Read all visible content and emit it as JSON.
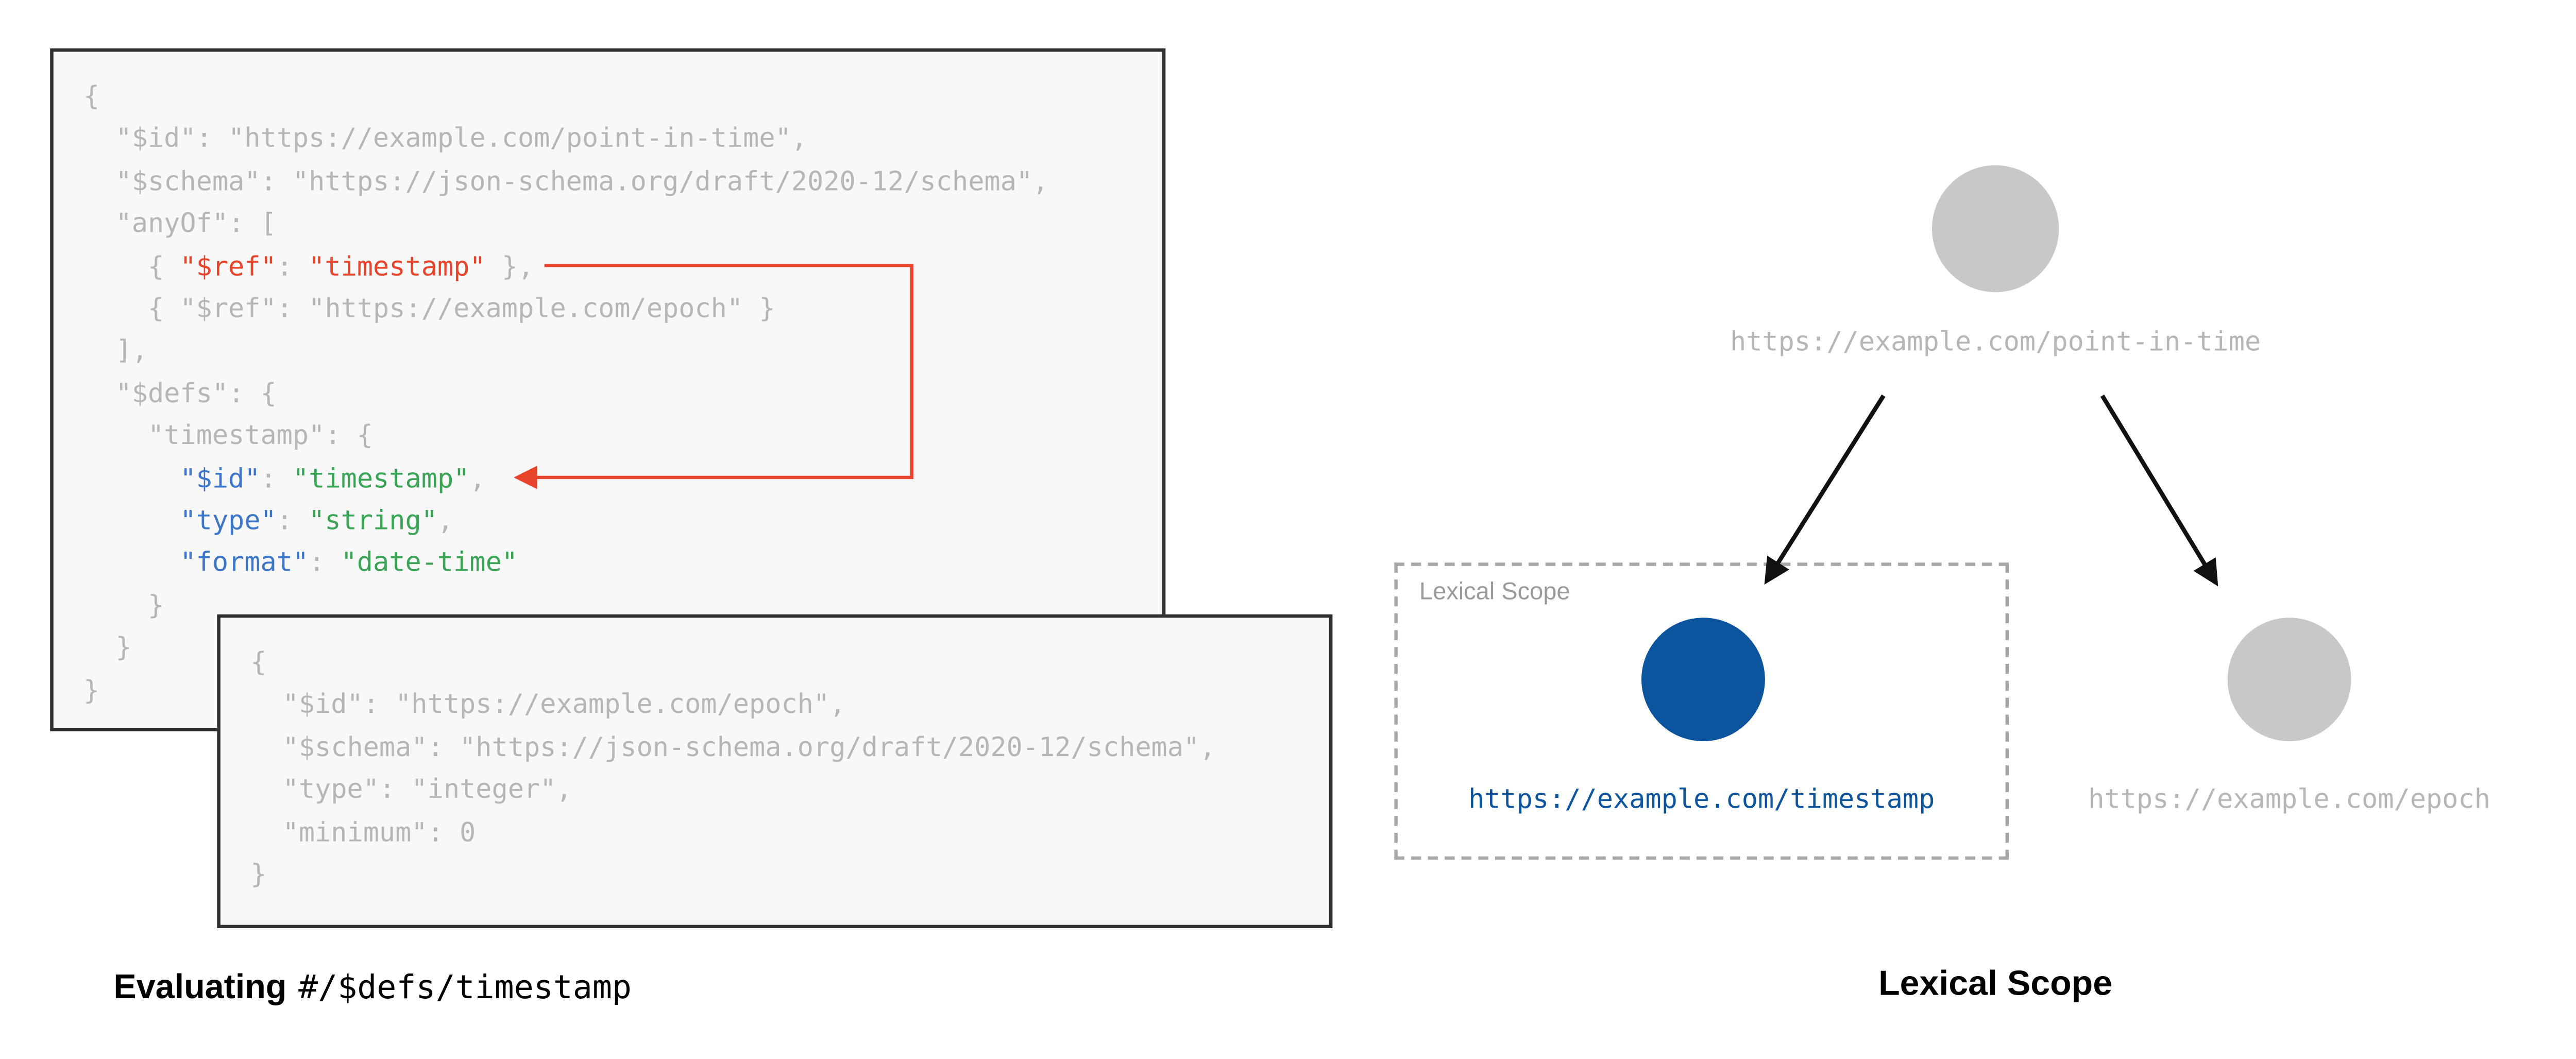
{
  "colors": {
    "gray": "#b6b6b6",
    "red": "#e8432b",
    "blue": "#3d76c8",
    "green": "#3aa356",
    "dark_blue": "#0d549e",
    "circle_gray": "#c8c8c8",
    "arrow_black": "#111111"
  },
  "panels": {
    "point_in_time": {
      "lines": [
        [
          {
            "t": "{",
            "c": "gray"
          }
        ],
        [
          {
            "t": "  \"$id\": \"https://example.com/point-in-time\",",
            "c": "gray"
          }
        ],
        [
          {
            "t": "  \"$schema\": \"https://json-schema.org/draft/2020-12/schema\",",
            "c": "gray"
          }
        ],
        [
          {
            "t": "  \"anyOf\": [",
            "c": "gray"
          }
        ],
        [
          {
            "t": "    { ",
            "c": "gray"
          },
          {
            "t": "\"$ref\"",
            "c": "red"
          },
          {
            "t": ": ",
            "c": "gray"
          },
          {
            "t": "\"timestamp\"",
            "c": "red"
          },
          {
            "t": " },",
            "c": "gray"
          }
        ],
        [
          {
            "t": "    { \"$ref\": \"https://example.com/epoch\" }",
            "c": "gray"
          }
        ],
        [
          {
            "t": "  ],",
            "c": "gray"
          }
        ],
        [
          {
            "t": "  \"$defs\": {",
            "c": "gray"
          }
        ],
        [
          {
            "t": "    \"timestamp\": {",
            "c": "gray"
          }
        ],
        [
          {
            "t": "      ",
            "c": "gray"
          },
          {
            "t": "\"$id\"",
            "c": "blue"
          },
          {
            "t": ": ",
            "c": "gray"
          },
          {
            "t": "\"timestamp\"",
            "c": "green"
          },
          {
            "t": ",",
            "c": "gray"
          }
        ],
        [
          {
            "t": "      ",
            "c": "gray"
          },
          {
            "t": "\"type\"",
            "c": "blue"
          },
          {
            "t": ": ",
            "c": "gray"
          },
          {
            "t": "\"string\"",
            "c": "green"
          },
          {
            "t": ",",
            "c": "gray"
          }
        ],
        [
          {
            "t": "      ",
            "c": "gray"
          },
          {
            "t": "\"format\"",
            "c": "blue"
          },
          {
            "t": ": ",
            "c": "gray"
          },
          {
            "t": "\"date-time\"",
            "c": "green"
          }
        ],
        [
          {
            "t": "    }",
            "c": "gray"
          }
        ],
        [
          {
            "t": "  }",
            "c": "gray"
          }
        ],
        [
          {
            "t": "}",
            "c": "gray"
          }
        ]
      ]
    },
    "epoch": {
      "lines": [
        [
          {
            "t": "{",
            "c": "gray"
          }
        ],
        [
          {
            "t": "  \"$id\": \"https://example.com/epoch\",",
            "c": "gray"
          }
        ],
        [
          {
            "t": "  \"$schema\": \"https://json-schema.org/draft/2020-12/schema\",",
            "c": "gray"
          }
        ],
        [
          {
            "t": "  \"type\": \"integer\",",
            "c": "gray"
          }
        ],
        [
          {
            "t": "  \"minimum\": 0",
            "c": "gray"
          }
        ],
        [
          {
            "t": "}",
            "c": "gray"
          }
        ]
      ]
    }
  },
  "tree": {
    "root_label": "https://example.com/point-in-time",
    "scope_label": "Lexical Scope",
    "timestamp_label": "https://example.com/timestamp",
    "epoch_label": "https://example.com/epoch"
  },
  "captions": {
    "left_prefix": "Evaluating",
    "left_code": "#/$defs/timestamp",
    "right": "Lexical Scope"
  }
}
